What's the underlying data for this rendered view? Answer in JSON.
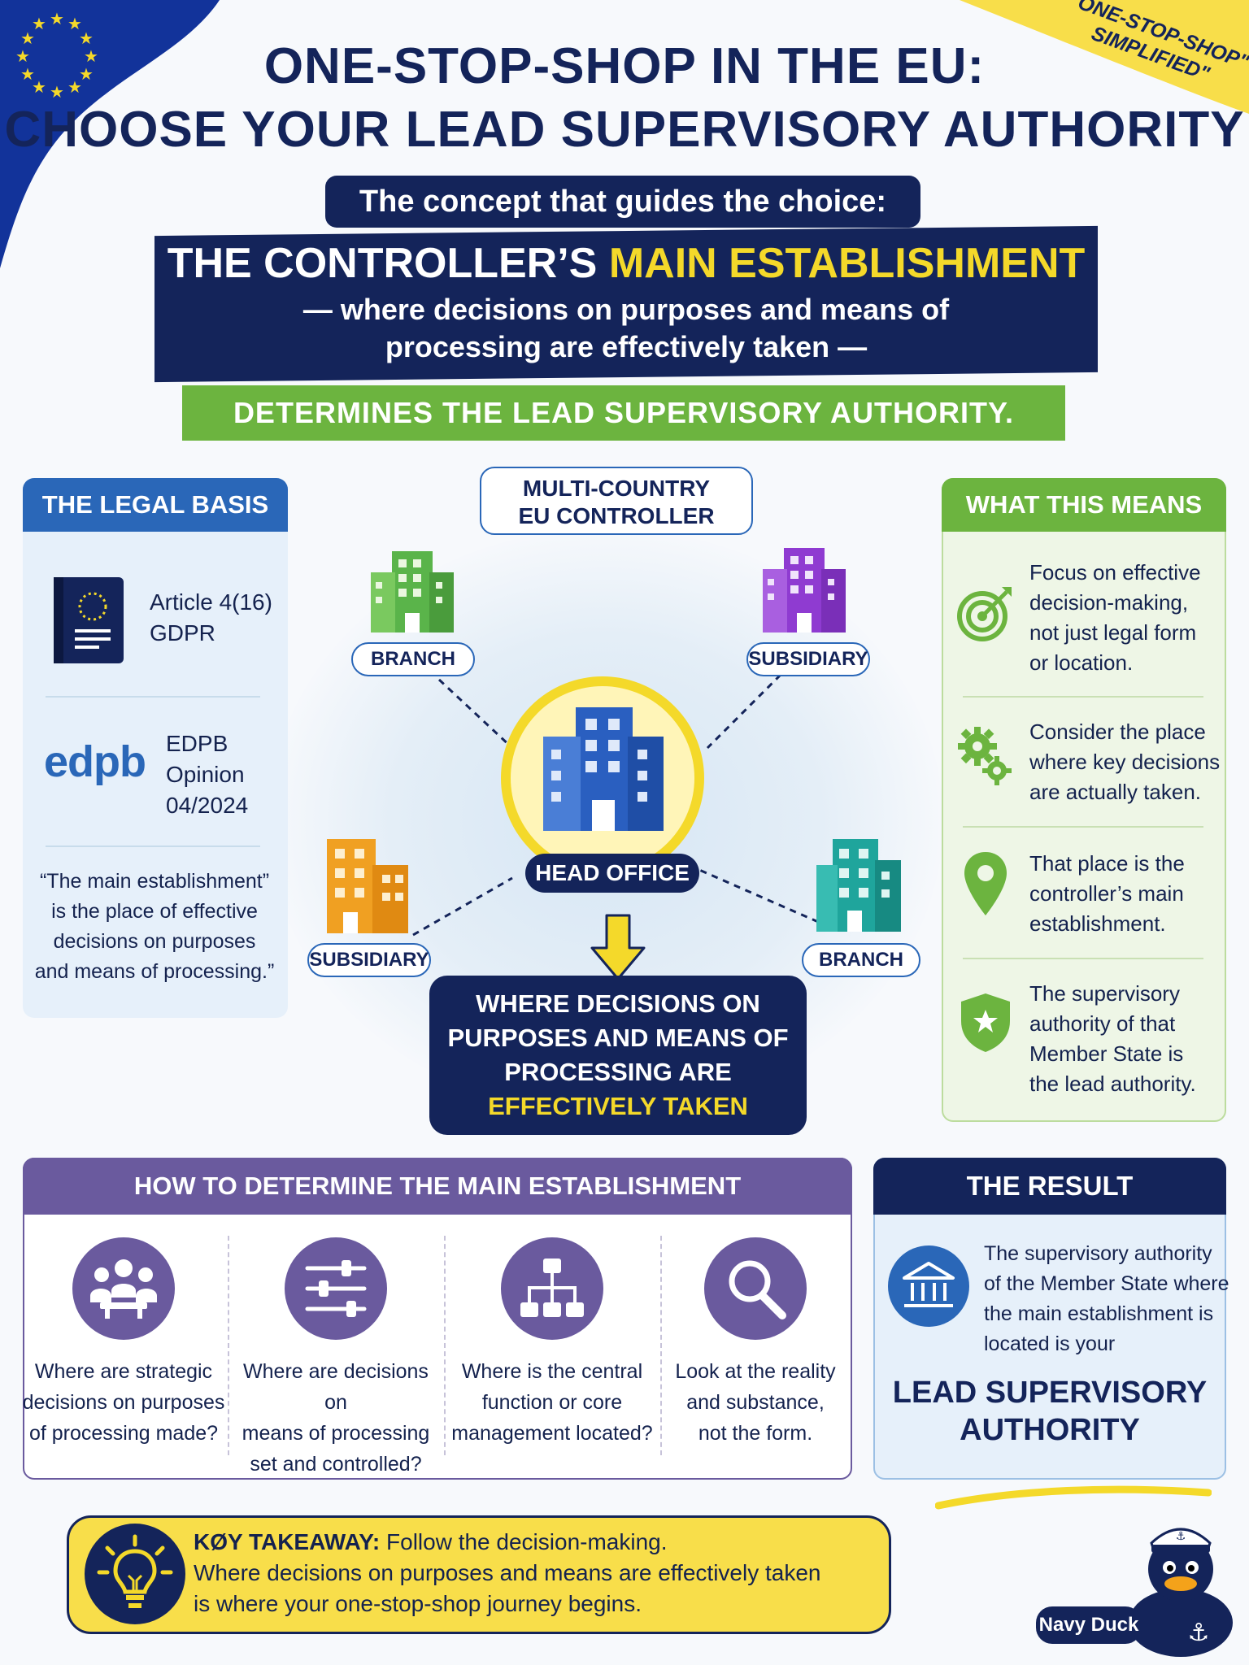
{
  "corner_badge": {
    "line1": "\"ONE-STOP-SHOP\"",
    "line2": "SIMPLIFIED\""
  },
  "title": {
    "line1": "ONE-STOP-SHOP IN THE EU:",
    "line2": "CHOOSE YOUR LEAD SUPERVISORY AUTHORITY"
  },
  "concept": {
    "pill": "The concept that guides the choice:",
    "title_part1": "THE CONTROLLER’S",
    "title_part2": "MAIN ESTABLISHMENT",
    "sub_line1": "— where decisions on purposes and means of",
    "sub_line2": "processing are effectively taken —",
    "determines": "DETERMINES THE LEAD SUPERVISORY AUTHORITY."
  },
  "legal_basis": {
    "header": "THE LEGAL BASIS",
    "article_line1": "Article 4(16)",
    "article_line2": "GDPR",
    "edpb_logo": "edpb",
    "edpb_line1": "EDPB",
    "edpb_line2": "Opinion",
    "edpb_line3": "04/2024",
    "quote_line1": "“The main establishment”",
    "quote_line2": "is the place of effective",
    "quote_line3": "decisions on purposes",
    "quote_line4": "and means of processing.”"
  },
  "diagram": {
    "controller_line1": "MULTI-COUNTRY",
    "controller_line2": "EU CONTROLLER",
    "branch_top": "BRANCH",
    "subsidiary_top": "SUBSIDIARY",
    "subsidiary_bottom": "SUBSIDIARY",
    "branch_bottom": "BRANCH",
    "head_office": "HEAD OFFICE",
    "decision_line1": "WHERE DECISIONS ON",
    "decision_line2": "PURPOSES AND MEANS OF",
    "decision_line3": "PROCESSING ARE",
    "decision_line4": "EFFECTIVELY TAKEN"
  },
  "what_this_means": {
    "header": "WHAT THIS MEANS",
    "items": [
      {
        "icon": "target-icon",
        "lines": [
          "Focus on effective",
          "decision-making,",
          "not just legal form",
          "or location."
        ]
      },
      {
        "icon": "gears-icon",
        "lines": [
          "Consider the place",
          "where key decisions",
          "are actually taken."
        ]
      },
      {
        "icon": "location-pin-icon",
        "lines": [
          "That place is the",
          "controller’s main",
          "establishment."
        ]
      },
      {
        "icon": "shield-star-icon",
        "lines": [
          "The supervisory",
          "authority of that",
          "Member State is",
          "the lead authority."
        ]
      }
    ]
  },
  "how_to": {
    "header": "HOW TO DETERMINE THE MAIN ESTABLISHMENT",
    "items": [
      {
        "icon": "people-meeting-icon",
        "lines": [
          "Where are strategic",
          "decisions on purposes",
          "of processing made?"
        ]
      },
      {
        "icon": "sliders-icon",
        "lines": [
          "Where are decisions on",
          "means of processing",
          "set and controlled?"
        ]
      },
      {
        "icon": "org-chart-icon",
        "lines": [
          "Where is the central",
          "function or core",
          "management located?"
        ]
      },
      {
        "icon": "magnifier-icon",
        "lines": [
          "Look at the reality",
          "and substance,",
          "not the form."
        ]
      }
    ]
  },
  "result": {
    "header": "THE RESULT",
    "line1": "The supervisory authority",
    "line2": "of the Member State where",
    "line3": "the main establishment is",
    "line4": "located is your",
    "big1": "LEAD SUPERVISORY",
    "big2": "AUTHORITY"
  },
  "takeaway": {
    "label": "KØY TAKEAWAY:",
    "line1_rest": " Follow the decision-making.",
    "line2": "Where decisions on purposes and means are effectively taken",
    "line3": "is where your one-stop-shop journey begins."
  },
  "mascot": {
    "name": "Navy Duck"
  },
  "colors": {
    "navy": "#14245a",
    "yellow": "#f4d92a",
    "green": "#6cb43f",
    "blue": "#2a67b8",
    "purple": "#6a5a9e"
  }
}
